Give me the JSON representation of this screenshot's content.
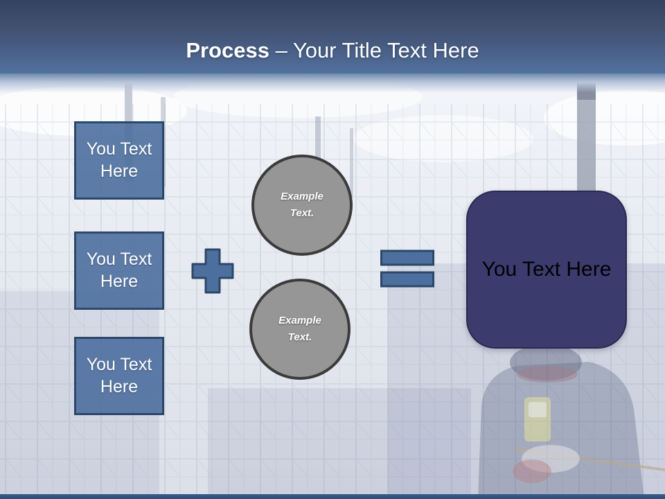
{
  "title": {
    "bold": "Process",
    "rest": "– Your Title Text Here"
  },
  "diagram": {
    "input_boxes": [
      {
        "label": "You Text Here"
      },
      {
        "label": "You Text Here"
      },
      {
        "label": "You Text Here"
      }
    ],
    "circles": [
      {
        "label": "Example Text."
      },
      {
        "label": "Example Text."
      }
    ],
    "result_box": {
      "label": "You Text Here"
    }
  },
  "colors": {
    "header_top": "#35425e",
    "header_bottom": "#52719f",
    "accent_fill": "#4d6f9d",
    "accent_border": "#2c4769",
    "circle_fill": "#969696",
    "circle_border": "#3b3b3b",
    "result_fill": "#3c3b6e",
    "result_border": "#292950",
    "title_text": "#ffffff",
    "box_text": "#ffffff",
    "circle_text": "#ffffff",
    "result_text": "#000000",
    "footer_bar": "#2e4d7a"
  }
}
